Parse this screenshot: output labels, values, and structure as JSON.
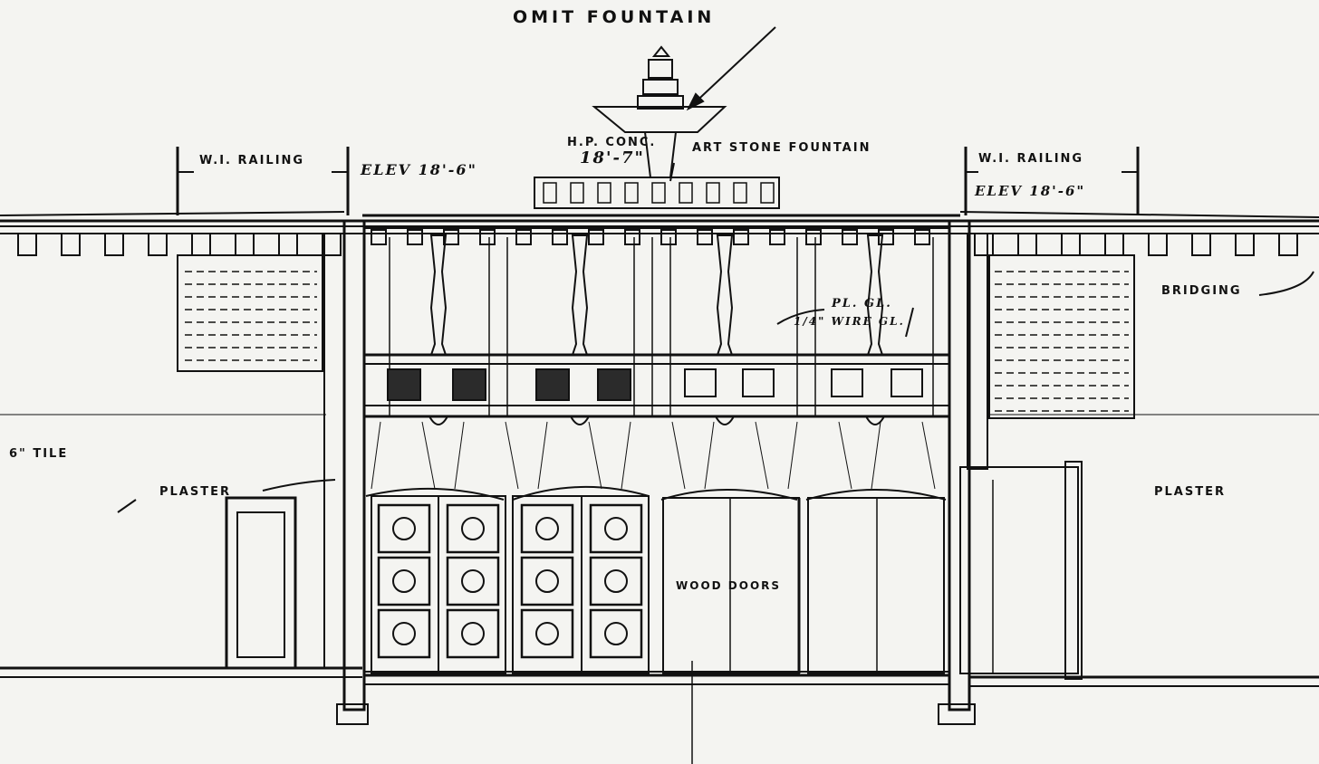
{
  "labels": {
    "omit_fountain": "OMIT FOUNTAIN",
    "hp_conc": "H.P. CONC.",
    "hp_conc_height": "18'-7\"",
    "art_stone_fountain": "ART STONE FOUNTAIN",
    "wi_railing_left": "W.I. RAILING",
    "elev_left": "ELEV 18'-6\"",
    "wi_railing_right": "W.I. RAILING",
    "elev_right": "ELEV 18'-6\"",
    "bridging": "BRIDGING",
    "pl_gl": "PL. GL.",
    "wire_gl": "1/4\" WIRE GL.",
    "tile": "6\" TILE",
    "plaster_left": "PLASTER",
    "plaster_right": "PLASTER",
    "wood_doors": "WOOD DOORS"
  },
  "colors": {
    "paper": "#f4f4f1",
    "ink": "#111111"
  }
}
